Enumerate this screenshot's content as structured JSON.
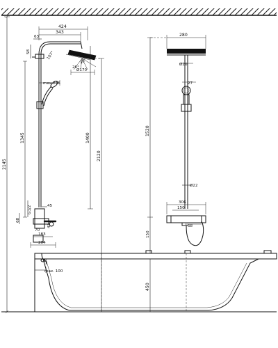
{
  "left_view": {
    "dimensions": {
      "top_width": "424",
      "arm_reach": "343",
      "head_offset": "63",
      "arm_drop": "58",
      "angle_107": "107°",
      "angle_26": "26°",
      "angle_30": "30°",
      "head_diameter": "Ø170",
      "hand_reach": "max.246",
      "total_height": "2145",
      "mixer_height": "1345",
      "riser_length": "1400",
      "head_height": "2120",
      "thread": "G1/2",
      "spout_45": "45",
      "mixer_drop": "68",
      "connection_70": "70",
      "connection_43": "43",
      "mixer_183": "183",
      "mixer_204": "204"
    }
  },
  "right_view": {
    "dimensions": {
      "head_width": "280",
      "head_pipe": "Ø20",
      "hand_27": "27",
      "height_1520": "1520",
      "rail_22": "Ø22",
      "mixer_306": "306",
      "mixer_150": "150",
      "mixer_68": "68",
      "mixer_gap": "150"
    }
  },
  "bathtub": {
    "dimensions": {
      "tub_height": "450",
      "tub_offset": "max. 100"
    }
  }
}
